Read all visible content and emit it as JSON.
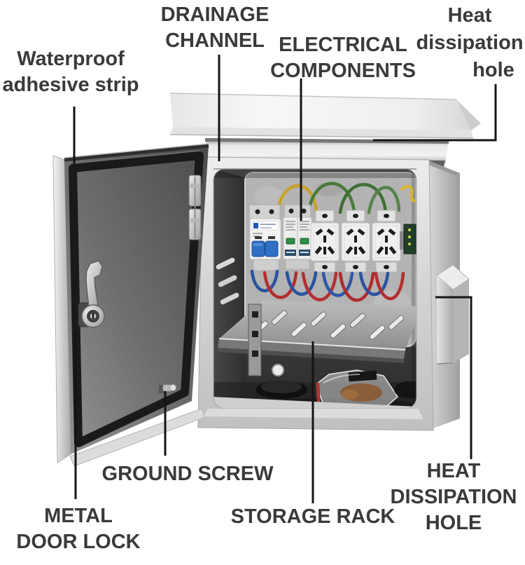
{
  "figure": {
    "subject": "Stainless steel waterproof electrical distribution box with open door, parts labeled",
    "background_color": "#ffffff",
    "label_text_color": "#3a3a3a",
    "leader_line_color": "#141414"
  },
  "callouts": [
    {
      "name": "waterproof-adhesive-strip",
      "lines": [
        "Waterproof",
        "adhesive strip"
      ]
    },
    {
      "name": "drainage-channel",
      "lines": [
        "DRAINAGE",
        "CHANNEL"
      ]
    },
    {
      "name": "electrical-components",
      "lines": [
        "ELECTRICAL",
        "COMPONENTS"
      ]
    },
    {
      "name": "heat-dissipation-hole-top",
      "lines": [
        "Heat",
        "dissipation",
        "hole"
      ]
    },
    {
      "name": "ground-screw",
      "lines": [
        "GROUND SCREW"
      ]
    },
    {
      "name": "metal-door-lock",
      "lines": [
        "METAL",
        "DOOR LOCK"
      ]
    },
    {
      "name": "storage-rack",
      "lines": [
        "STORAGE RACK"
      ]
    },
    {
      "name": "heat-dissipation-hole-bottom",
      "lines": [
        "HEAT",
        "DISSIPATION",
        "HOLE"
      ]
    }
  ],
  "illustration_colors": {
    "stainless_light": "#f2f2f2",
    "stainless_mid": "#c6c6c6",
    "door_inner_gray": "#6a6a6a",
    "gasket_black": "#1a1a1a",
    "galvanized_panel": "#b2b2b2",
    "breaker_handle_blue": "#2f6fc4",
    "surge_window_green": "#2f8f42",
    "ground_wire_green": "#497a38",
    "ground_wire_yellow": "#d9b62a",
    "live_wire_red": "#b32f2f",
    "neutral_wire_blue": "#2a52a0"
  }
}
